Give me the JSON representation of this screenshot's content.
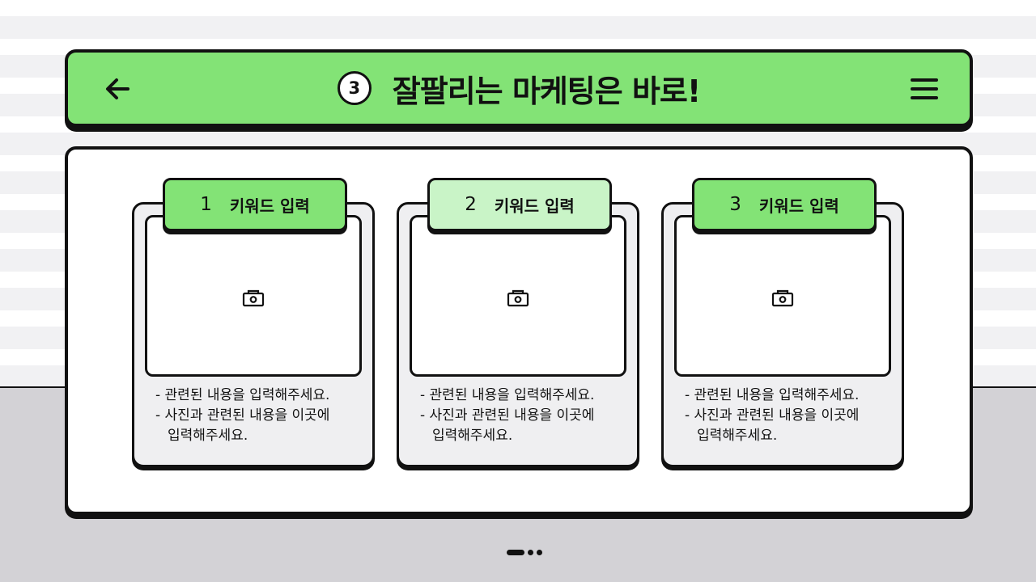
{
  "header": {
    "step_number": "3",
    "title": "잘팔리는 마케팅은 바로!"
  },
  "icons": {
    "back": "arrow-left-icon",
    "menu": "hamburger-menu-icon",
    "photo": "camera-icon"
  },
  "colors": {
    "accent": "#83e376",
    "accent_light": "#c9f4c7",
    "outline": "#111111"
  },
  "cards": [
    {
      "number": "1",
      "tab_label": "키워드 입력",
      "desc": [
        "- 관련된 내용을 입력해주세요.",
        "- 사진과 관련된 내용을 이곳에",
        "입력해주세요."
      ]
    },
    {
      "number": "2",
      "tab_label": "키워드 입력",
      "desc": [
        "- 관련된 내용을 입력해주세요.",
        "- 사진과 관련된 내용을 이곳에",
        "입력해주세요."
      ]
    },
    {
      "number": "3",
      "tab_label": "키워드 입력",
      "desc": [
        "- 관련된 내용을 입력해주세요.",
        "- 사진과 관련된 내용을 이곳에",
        "입력해주세요."
      ]
    }
  ],
  "pager": {
    "current": 1,
    "total": 3
  }
}
